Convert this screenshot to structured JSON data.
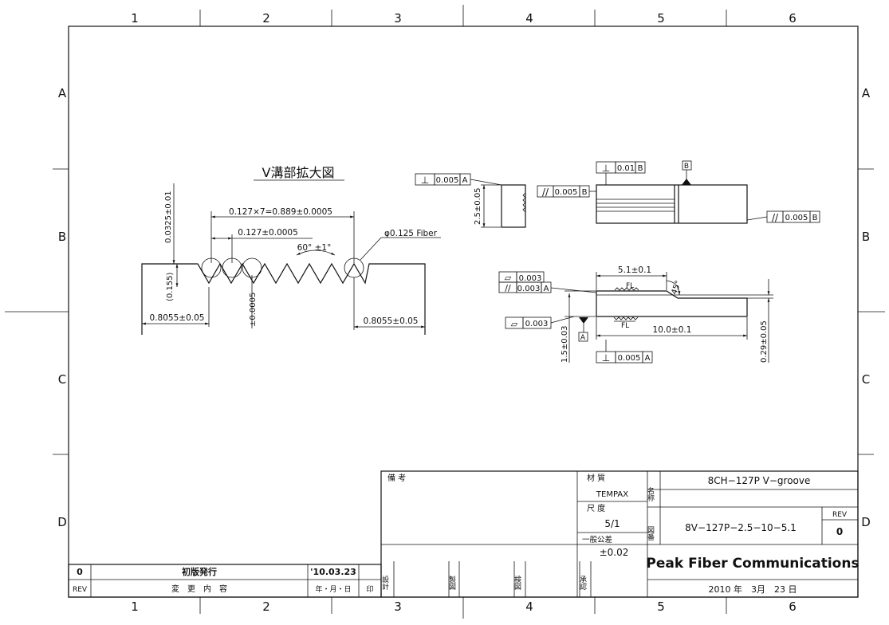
{
  "border": {
    "columns": [
      "1",
      "2",
      "3",
      "4",
      "5",
      "6"
    ],
    "rows": [
      "A",
      "B",
      "C",
      "D"
    ]
  },
  "detail_view": {
    "title": "V溝部拡大図",
    "pitch_total": "0.127×7=0.889±0.0005",
    "pitch": "0.127±0.0005",
    "angle": "60° ±1°",
    "fiber": "φ0.125 Fiber",
    "groove_top": "0.0325±0.01",
    "groove_depth": "(0.155)",
    "edge_left": "0.8055±0.05",
    "edge_right": "0.8055±0.05",
    "pitch_tol": "±0.0005"
  },
  "end_view": {
    "perp": {
      "value": "0.005",
      "datum": "A"
    },
    "height": "2.5±0.05"
  },
  "top_view": {
    "perp": {
      "value": "0.01",
      "datum": "B"
    },
    "datum_b": "B",
    "parallel_left": {
      "value": "0.005",
      "datum": "B"
    },
    "parallel_right": {
      "value": "0.005",
      "datum": "B"
    }
  },
  "side_view": {
    "flatness1": "0.003",
    "parallel": {
      "value": "0.003",
      "datum": "A"
    },
    "flatness2": "0.003",
    "step_length": "5.1±0.1",
    "angle": "45°",
    "fl_top": "FL",
    "fl_bottom": "FL",
    "total_length": "10.0±0.1",
    "thickness": "1.5±0.03",
    "step": "0.29±0.05",
    "datum_a": "A",
    "perp": {
      "value": "0.005",
      "datum": "A"
    }
  },
  "title_block": {
    "remarks_label": "備 考",
    "material_label": "材 質",
    "material": "TEMPAX",
    "scale_label": "尺 度",
    "scale": "5/1",
    "tolerance_label": "一般公差",
    "tolerance": "±0.02",
    "name_label": "名称",
    "name": "8CH−127P V−groove",
    "drawing_no_label": "図番",
    "drawing_no": "8V−127P−2.5−10−5.1",
    "rev_label": "REV",
    "rev": "0",
    "company": "Peak Fiber Communications",
    "date": "2010 年　3月　23 日",
    "design_label": "設計",
    "drafting_label": "製図",
    "check_label": "検図",
    "approve_label": "承認"
  },
  "revision_table": {
    "rev": "0",
    "description": "初版発行",
    "date": "'10.03.23",
    "header_rev": "REV",
    "header_description": "変　更　内　容",
    "header_date": "年・月・日",
    "header_seal": "印"
  }
}
